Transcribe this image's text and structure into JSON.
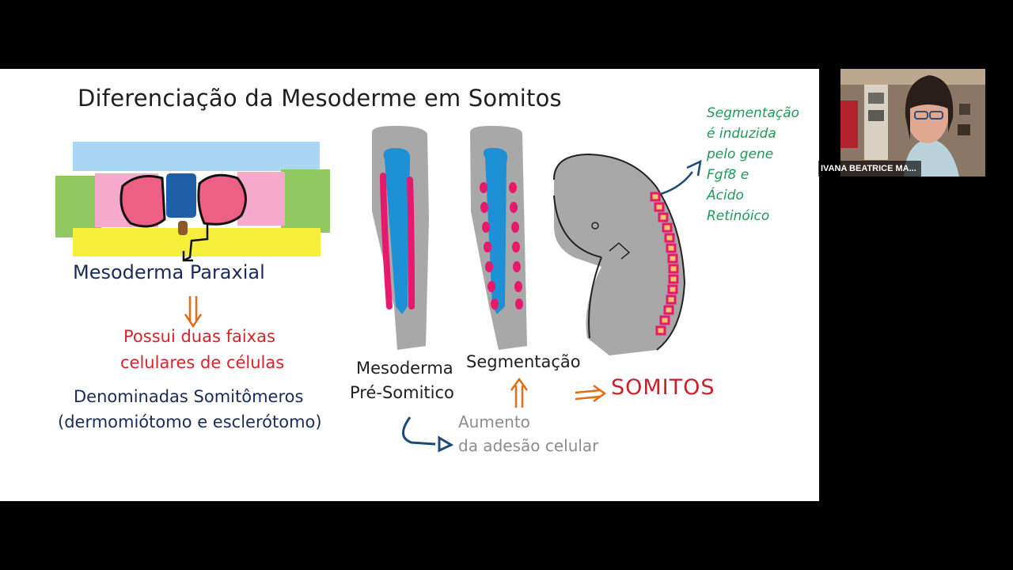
{
  "slide": {
    "title": "Diferenciação da Mesoderme em Somitos",
    "mesoderma_paraxial": "Mesoderma Paraxial",
    "possui_line1": "Possui duas faixas",
    "possui_line2": "celulares de células",
    "denominadas_line1": "Denominadas Somitômeros",
    "denominadas_line2": "(dermomiótomo e esclerótomo)",
    "meso_pre_line1": "Mesoderma",
    "meso_pre_line2": "Pré-Somitico",
    "segmentacao": "Segmentação",
    "aumento_line1": "Aumento",
    "aumento_line2": "da adesão celular",
    "somitos": "SOMITOS",
    "note_lines": [
      "Segmentação",
      "é induzida",
      "pelo gene",
      "Fgf8 e",
      "Ácido",
      "Retinóico"
    ]
  },
  "participant": {
    "name": "IVANA BEATRICE MA..."
  },
  "colors": {
    "navy_text": "#1a2b5a",
    "red_text": "#d8232a",
    "green_text": "#1e9a57",
    "orange_arrow": "#e36d16",
    "gray_embryo": "#a8a8a8",
    "somite_pink": "#e8186d",
    "neural_blue": "#1e90d6"
  }
}
